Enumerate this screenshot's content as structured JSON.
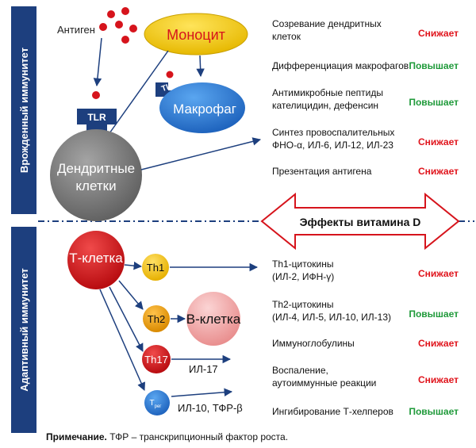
{
  "sidebar": {
    "innate": "Врожденный иммунитет",
    "adaptive": "Адаптивный иммунитет"
  },
  "cells": {
    "antigen": "Антиген",
    "monocyte": "Моноцит",
    "macrophage": "Макрофаг",
    "tlr": "TLR",
    "dendritic_line1": "Дендритные",
    "dendritic_line2": "клетки",
    "tcell": "Т-клетка",
    "th1": "Th1",
    "th2": "Th2",
    "th17": "Th17",
    "treg": "T",
    "treg_sub": "рег",
    "bcell": "В-клетка",
    "il17": "ИЛ-17",
    "il10_tgf": "ИЛ-10, ТФР-β"
  },
  "center_label": "Эффекты витамина D",
  "effects": [
    {
      "line1": "Созревание дендритных",
      "line2": "клеток",
      "status": "Снижает",
      "status_color": "#e0141c"
    },
    {
      "line1": "Дифференциация макрофагов",
      "line2": "",
      "status": "Повышает",
      "status_color": "#1f9a3a"
    },
    {
      "line1": "Антимикробные пептиды",
      "line2": "кателицидин, дефенсин",
      "status": "Повышает",
      "status_color": "#1f9a3a"
    },
    {
      "line1": "Синтез провоспалительных",
      "line2": "ФНО-α, ИЛ-6, ИЛ-12, ИЛ-23",
      "status": "Снижает",
      "status_color": "#e0141c"
    },
    {
      "line1": "Презентация антигена",
      "line2": "",
      "status": "Снижает",
      "status_color": "#e0141c"
    },
    {
      "line1": "Th1-цитокины",
      "line2": "(ИЛ-2, ИФН-γ)",
      "status": "Снижает",
      "status_color": "#e0141c"
    },
    {
      "line1": "Th2-цитокины",
      "line2": "(ИЛ-4, ИЛ-5, ИЛ-10, ИЛ-13)",
      "status": "Повышает",
      "status_color": "#1f9a3a"
    },
    {
      "line1": "Иммуноглобулины",
      "line2": "",
      "status": "Снижает",
      "status_color": "#e0141c"
    },
    {
      "line1": "Воспаление,",
      "line2": "аутоиммунные реакции",
      "status": "Снижает",
      "status_color": "#e0141c"
    },
    {
      "line1": "Ингибирование Т-хелперов",
      "line2": "",
      "status": "Повышает",
      "status_color": "#1f9a3a"
    }
  ],
  "note": {
    "bold": "Примечание.",
    "text": " ТФР – транскрипционный фактор роста."
  },
  "colors": {
    "navy": "#1d3f7e",
    "red_status": "#e0141c",
    "green_status": "#1f9a3a",
    "monocyte": "#f5d000",
    "macrophage": "#2d7fd8",
    "dendritic": "#7c7c7c",
    "tcell": "#d9141a",
    "th1": "#f5c400",
    "th2": "#f0a000",
    "th17": "#d9141a",
    "treg": "#2d7fd8",
    "bcell": "#f2a7a7"
  }
}
